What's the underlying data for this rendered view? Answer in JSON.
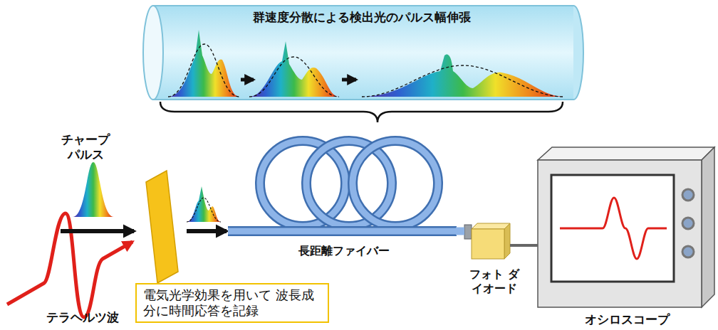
{
  "diagram": {
    "nodes": [
      {
        "text": [
          "群速度分散による検出光のパルス幅伸張"
        ]
      },
      {
        "text": [
          "電気光学効果を用いて 波長成分に時間応答を記録"
        ]
      },
      {
        "text": [
          "長距離ファイバー"
        ]
      },
      {
        "text": [
          "フォト ダイオード"
        ]
      },
      {
        "text": [
          "オシロスコープ"
        ]
      }
    ],
    "edges": [
      {
        "from": 2,
        "to": 3,
        "arrow": "none"
      },
      {
        "from": 3,
        "to": 4,
        "arrow": "none"
      }
    ],
    "labels": [
      "チャープ パルス",
      "テラヘルツ波"
    ]
  }
}
